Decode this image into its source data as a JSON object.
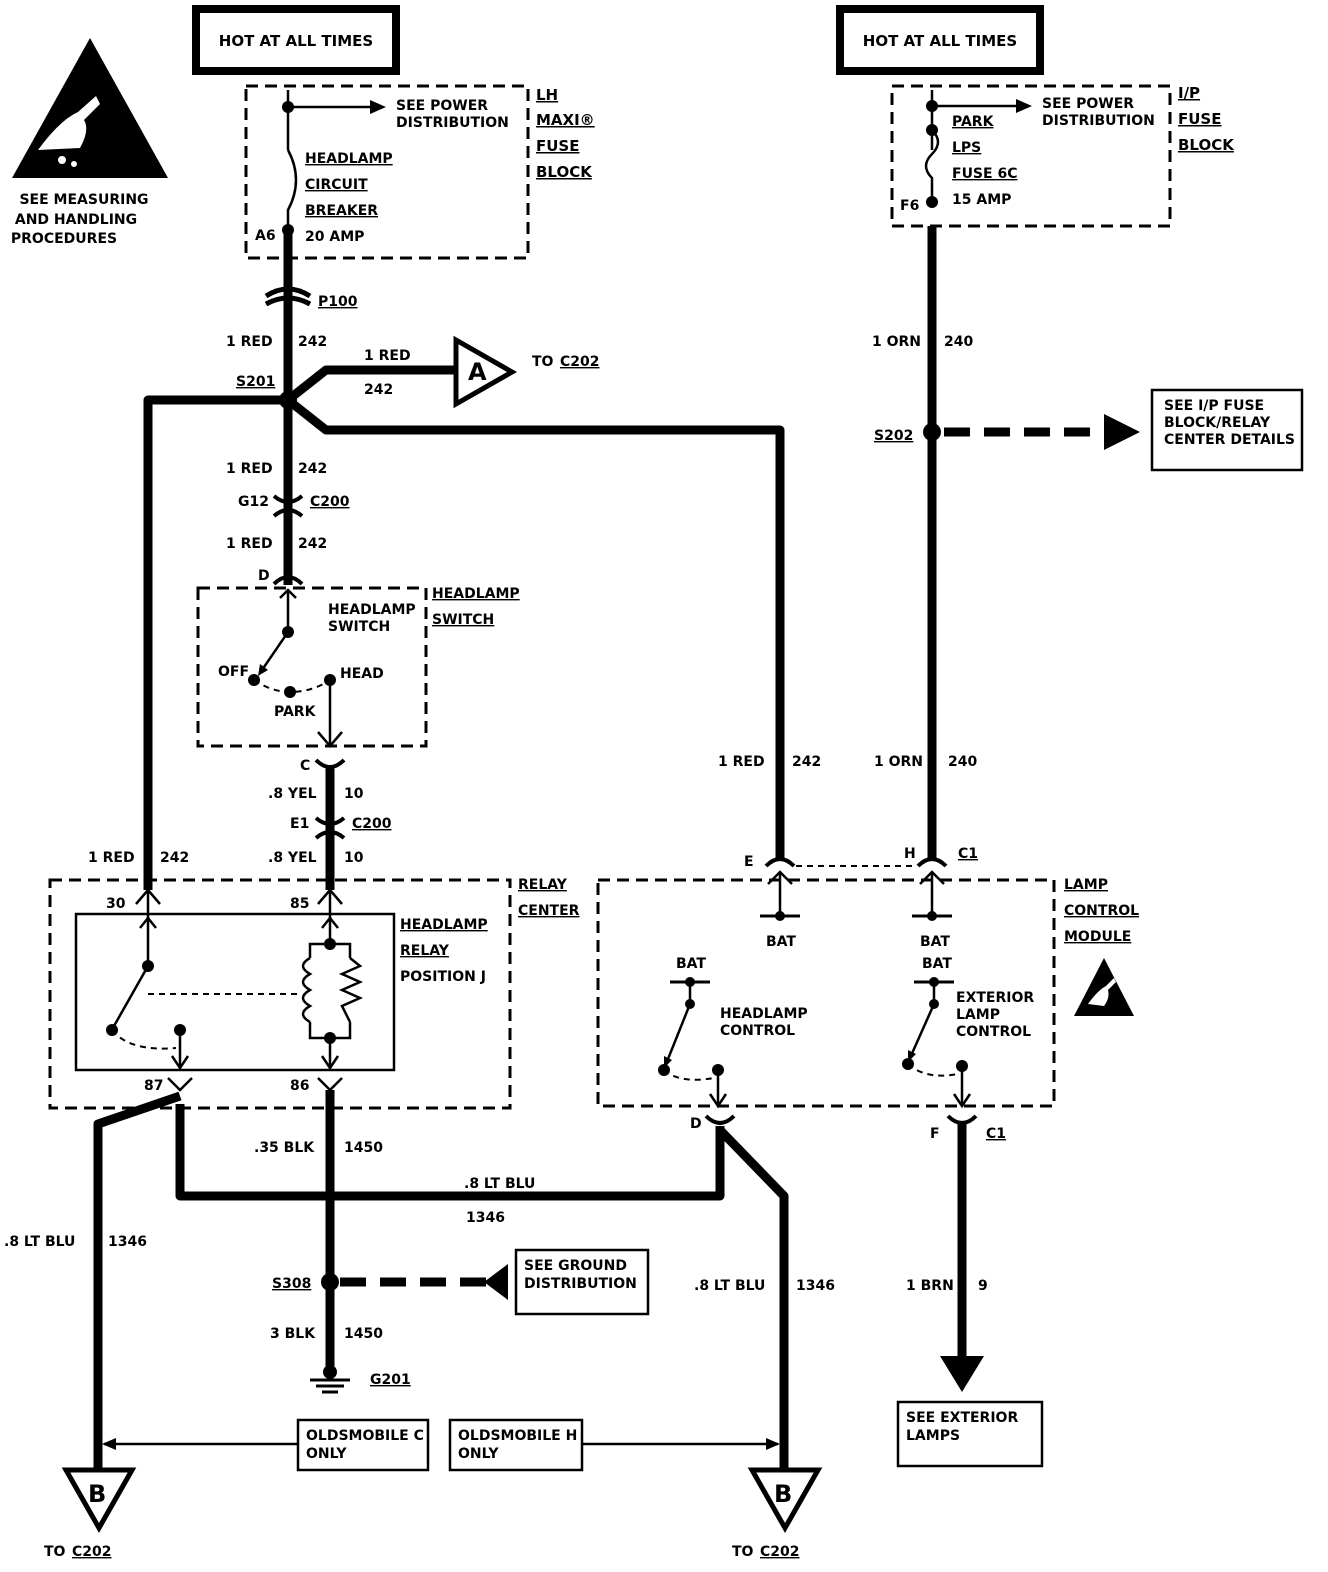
{
  "hot_labels": [
    "HOT AT ALL TIMES",
    "HOT AT ALL TIMES"
  ],
  "esd_caption": [
    "SEE MEASURING",
    "AND HANDLING",
    "PROCEDURES"
  ],
  "lh_fuse_block": {
    "title": [
      "LH",
      "MAXI®",
      "FUSE",
      "BLOCK"
    ],
    "see_power": [
      "SEE POWER",
      "DISTRIBUTION"
    ],
    "breaker": [
      "HEADLAMP",
      "CIRCUIT",
      "BREAKER",
      "20 AMP"
    ],
    "terminal": "A6"
  },
  "ip_fuse_block": {
    "title": [
      "I/P",
      "FUSE",
      "BLOCK"
    ],
    "see_power": [
      "SEE POWER",
      "DISTRIBUTION"
    ],
    "fuse": [
      "PARK",
      "LPS",
      "FUSE 6C",
      "15 AMP"
    ],
    "terminal": "F6"
  },
  "connectors": {
    "p100": "P100",
    "s201": "S201",
    "s202": "S202",
    "s308": "S308",
    "g201": "G201",
    "c200a": "C200",
    "c200b": "C200",
    "g12": "G12",
    "e1": "E1",
    "d": "D",
    "c": "C",
    "c1_top": "C1",
    "c1_bottom": "C1",
    "pin_e": "E",
    "pin_h": "H",
    "pin_d": "D",
    "pin_f": "F",
    "pin30": "30",
    "pin85": "85",
    "pin87": "87",
    "pin86": "86"
  },
  "wires": {
    "w1": [
      "1 RED",
      "242"
    ],
    "w_a": [
      "1 RED",
      "242"
    ],
    "w2": [
      "1 RED",
      "242"
    ],
    "w3": [
      "1 RED",
      "242"
    ],
    "w4": [
      ".8 YEL",
      "10"
    ],
    "w5": [
      ".8 YEL",
      "10"
    ],
    "w_left": [
      "1 RED",
      "242"
    ],
    "w_e": [
      "1 RED",
      "242"
    ],
    "w_orn1": [
      "1 ORN",
      "240"
    ],
    "w_orn2": [
      "1 ORN",
      "240"
    ],
    "w_blk1": [
      ".35 BLK",
      "1450"
    ],
    "w_blk2": [
      "3 BLK",
      "1450"
    ],
    "w_ltblu_mid": [
      ".8 LT BLU",
      "1346"
    ],
    "w_ltblu_left": [
      ".8 LT BLU",
      "1346"
    ],
    "w_ltblu_right": [
      ".8 LT BLU",
      "1346"
    ],
    "w_brn": [
      "1 BRN",
      "9"
    ]
  },
  "to_c202": {
    "prefix": "TO",
    "name": "C202"
  },
  "node_a": "A",
  "node_b": [
    "B",
    "B"
  ],
  "to_c202_bottom": [
    {
      "prefix": "TO",
      "name": "C202"
    },
    {
      "prefix": "TO",
      "name": "C202"
    }
  ],
  "see_ip_fuse": [
    "SEE I/P FUSE",
    "BLOCK/RELAY",
    "CENTER DETAILS"
  ],
  "headlamp_switch": {
    "title": [
      "HEADLAMP",
      "SWITCH"
    ],
    "inner": [
      "HEADLAMP",
      "SWITCH"
    ],
    "positions": [
      "OFF",
      "PARK",
      "HEAD"
    ]
  },
  "relay_center": {
    "title": [
      "RELAY",
      "CENTER"
    ],
    "relay": [
      "HEADLAMP",
      "RELAY",
      "POSITION J"
    ]
  },
  "lamp_control_module": {
    "title": [
      "LAMP",
      "CONTROL",
      "MODULE"
    ],
    "bat": [
      "BAT",
      "BAT",
      "BAT",
      "BAT"
    ],
    "headlamp_control": [
      "HEADLAMP",
      "CONTROL"
    ],
    "exterior_control": [
      "EXTERIOR",
      "LAMP",
      "CONTROL"
    ]
  },
  "see_ground": [
    "SEE GROUND",
    "DISTRIBUTION"
  ],
  "see_exterior": [
    "SEE EXTERIOR",
    "LAMPS"
  ],
  "oldsmobile_c": [
    "OLDSMOBILE C",
    "ONLY"
  ],
  "oldsmobile_h": [
    "OLDSMOBILE H",
    "ONLY"
  ]
}
